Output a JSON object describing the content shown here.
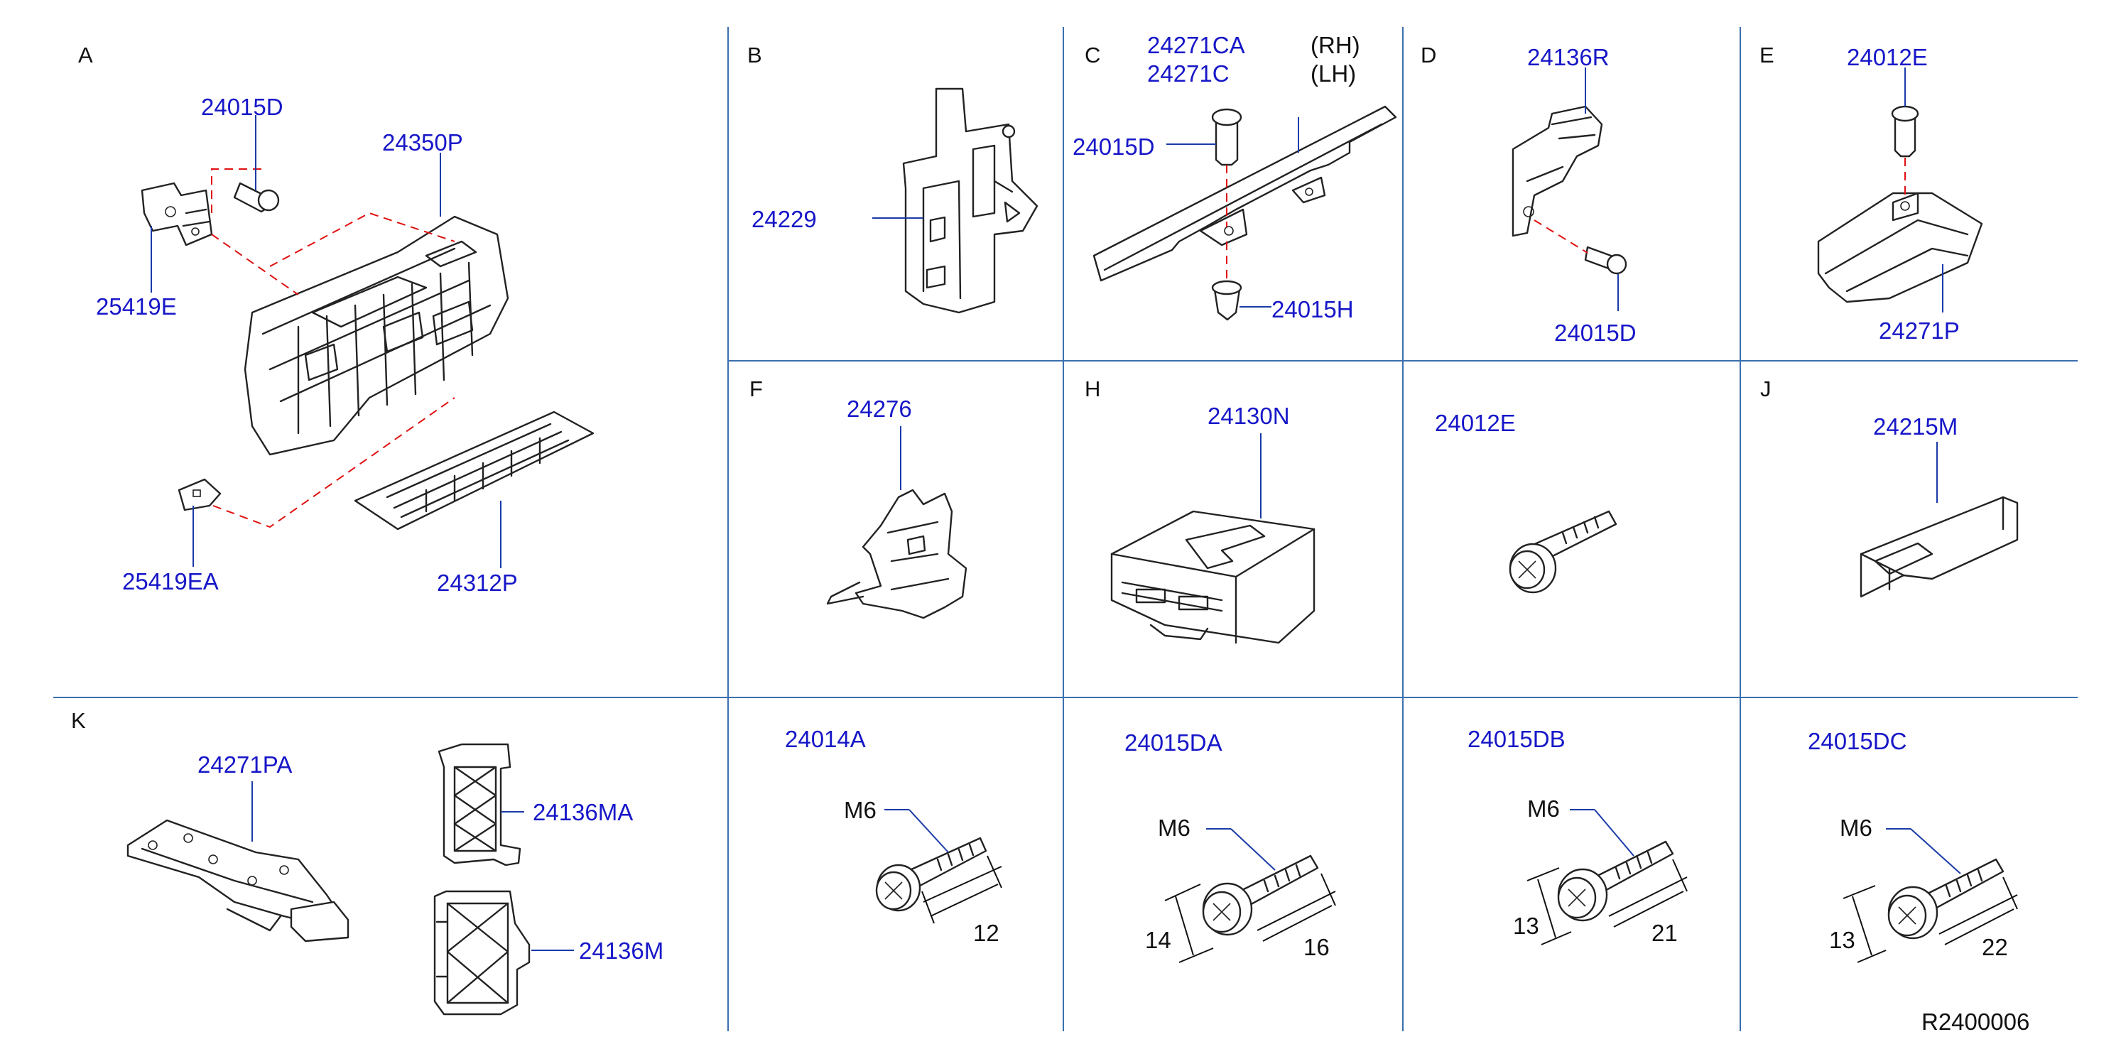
{
  "sections": {
    "A": "A",
    "B": "B",
    "C": "C",
    "D": "D",
    "E": "E",
    "F": "F",
    "H": "H",
    "J": "J",
    "K": "K"
  },
  "parts": {
    "p24015D_a": "24015D",
    "p24350P": "24350P",
    "p25419E": "25419E",
    "p25419EA": "25419EA",
    "p24312P": "24312P",
    "p24229": "24229",
    "p24271CA": "24271CA",
    "p24271C": "24271C",
    "rh": "(RH)",
    "lh": "(LH)",
    "p24015D_c": "24015D",
    "p24015H": "24015H",
    "p24136R": "24136R",
    "p24015D_d": "24015D",
    "p24012E_e": "24012E",
    "p24271P": "24271P",
    "p24276": "24276",
    "p24130N": "24130N",
    "p24012E_g": "24012E",
    "p24215M": "24215M",
    "p24271PA": "24271PA",
    "p24136MA": "24136MA",
    "p24136M": "24136M",
    "p24014A": "24014A",
    "p24015DA": "24015DA",
    "p24015DB": "24015DB",
    "p24015DC": "24015DC"
  },
  "bolts": {
    "b24014A": {
      "thread": "M6",
      "length": "12"
    },
    "b24015DA": {
      "thread": "M6",
      "head": "14",
      "length": "16"
    },
    "b24015DB": {
      "thread": "M6",
      "head": "13",
      "length": "21"
    },
    "b24015DC": {
      "thread": "M6",
      "head": "13",
      "length": "22"
    }
  },
  "reference": "R2400006",
  "colors": {
    "grid": "#3b6fae",
    "part_label": "#1717c8",
    "dashed": "#e01010",
    "line": "#222222"
  }
}
